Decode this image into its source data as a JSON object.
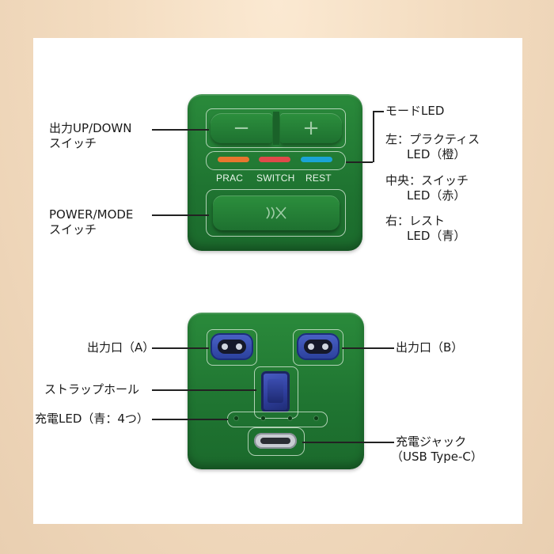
{
  "colors": {
    "device_green": "#1f7431",
    "led_prac": "#e8762e",
    "led_switch": "#e04a4a",
    "led_rest": "#1aa4d6",
    "port_blue": "#3a52b4",
    "strap_blue": "#2f3f9e"
  },
  "top_device": {
    "button_minus": "−",
    "button_plus": "+",
    "led_labels": [
      "PRAC",
      "SWITCH",
      "REST"
    ],
    "power_icon": "wave-x-icon"
  },
  "callouts": {
    "updown": [
      "出力UP/DOWN",
      "スイッチ"
    ],
    "power_mode": [
      "POWER/MODE",
      "スイッチ"
    ],
    "mode_led_title": "モードLED",
    "mode_led_left": [
      "左：プラクティス",
      "LED（橙）"
    ],
    "mode_led_center": [
      "中央：スイッチ",
      "LED（赤）"
    ],
    "mode_led_right": [
      "右：レスト",
      "LED（青）"
    ],
    "output_a": "出力口（A）",
    "output_b": "出力口（B）",
    "strap_hole": "ストラップホール",
    "charge_led": "充電LED（青：4つ）",
    "charge_jack": [
      "充電ジャック",
      "（USB Type-C）"
    ]
  }
}
